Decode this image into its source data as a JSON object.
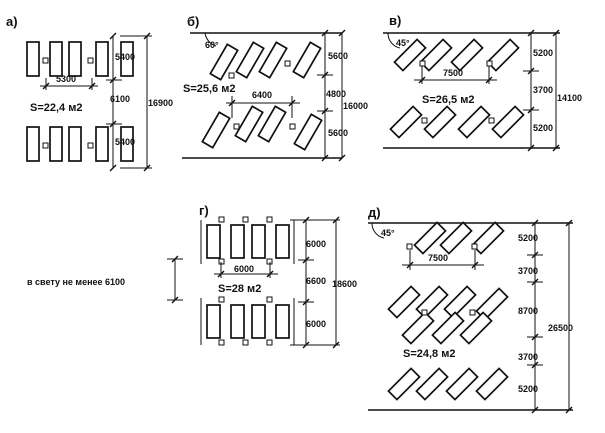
{
  "panels": {
    "a": {
      "letter": "а)",
      "area": "S=22,4 м2",
      "d1": "5400",
      "d2": "6100",
      "d3": "5400",
      "width": "5300",
      "total": "16900"
    },
    "b": {
      "letter": "б)",
      "angle": "60°",
      "area": "S=25,6 м2",
      "d1": "5600",
      "d2": "4800",
      "d3": "5600",
      "width": "6400",
      "total": "16000"
    },
    "v": {
      "letter": "в)",
      "angle": "45°",
      "area": "S=26,5 м2",
      "d1": "5200",
      "d2": "3700",
      "d3": "5200",
      "width": "7500",
      "total": "14100"
    },
    "g": {
      "letter": "г)",
      "area": "S=28 м2",
      "d1": "6000",
      "d2": "6600",
      "d3": "6000",
      "width": "6000",
      "total": "18600",
      "clearance": "в свету не менее 6100"
    },
    "d": {
      "letter": "д)",
      "angle": "45°",
      "area": "S=24,8 м2",
      "d1": "5200",
      "d2": "3700",
      "d3": "8700",
      "d4": "3700",
      "d5": "5200",
      "width": "7500",
      "total": "26500"
    }
  }
}
